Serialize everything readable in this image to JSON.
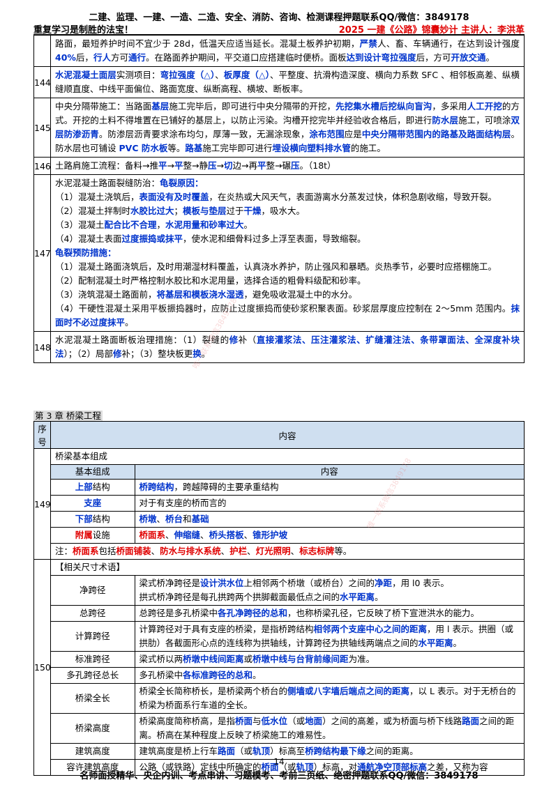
{
  "header": {
    "line1": "二建、监理、一建、一造、二造、安全、消防、咨询、检测课程押题联系QQ/微信：3849178",
    "left": "重复学习是制胜的法宝！",
    "right": "2025 一建《公路》锦囊妙计 主讲人：李洪革"
  },
  "rows_top": [
    {
      "num": "",
      "id": "cont"
    },
    {
      "num": "144"
    },
    {
      "num": "145"
    },
    {
      "num": "146"
    },
    {
      "num": "147"
    },
    {
      "num": "148"
    }
  ],
  "chapter": "第 3 章 桥梁工程",
  "table_header": {
    "col1": "序号",
    "col2": "内容"
  },
  "r149": {
    "num": "149",
    "title": "桥梁基本组成",
    "h1": "基本组成",
    "h2": "内容",
    "items": [
      {
        "k_bold": "上部",
        "k_rest": "结构",
        "v_bold": "桥跨结构",
        "v_rest": "，跨越障碍的主要承重结构"
      },
      {
        "k_bold": "支座",
        "k_rest": "",
        "v_bold": "",
        "v_rest": "对于有支座的桥而言的"
      },
      {
        "k_bold": "下部",
        "k_rest": "结构"
      },
      {
        "k_bold": "附属",
        "k_rest": "设施"
      }
    ]
  },
  "r150": {
    "num": "150",
    "title": "【相关尺寸术语】",
    "terms": [
      "净跨径",
      "总跨径",
      "计算跨径",
      "标准跨径",
      "多孔跨径总长",
      "桥梁全长",
      "桥梁高度",
      "建筑高度",
      "容许建筑高度"
    ]
  },
  "page_number": "14",
  "footer": "名师面授精华、央企内训、考点串讲、习题模考、考前三页纸、绝密押题联系QQ/微信：3849178",
  "watermarks": [
    "唯一联系微信3849178"
  ]
}
